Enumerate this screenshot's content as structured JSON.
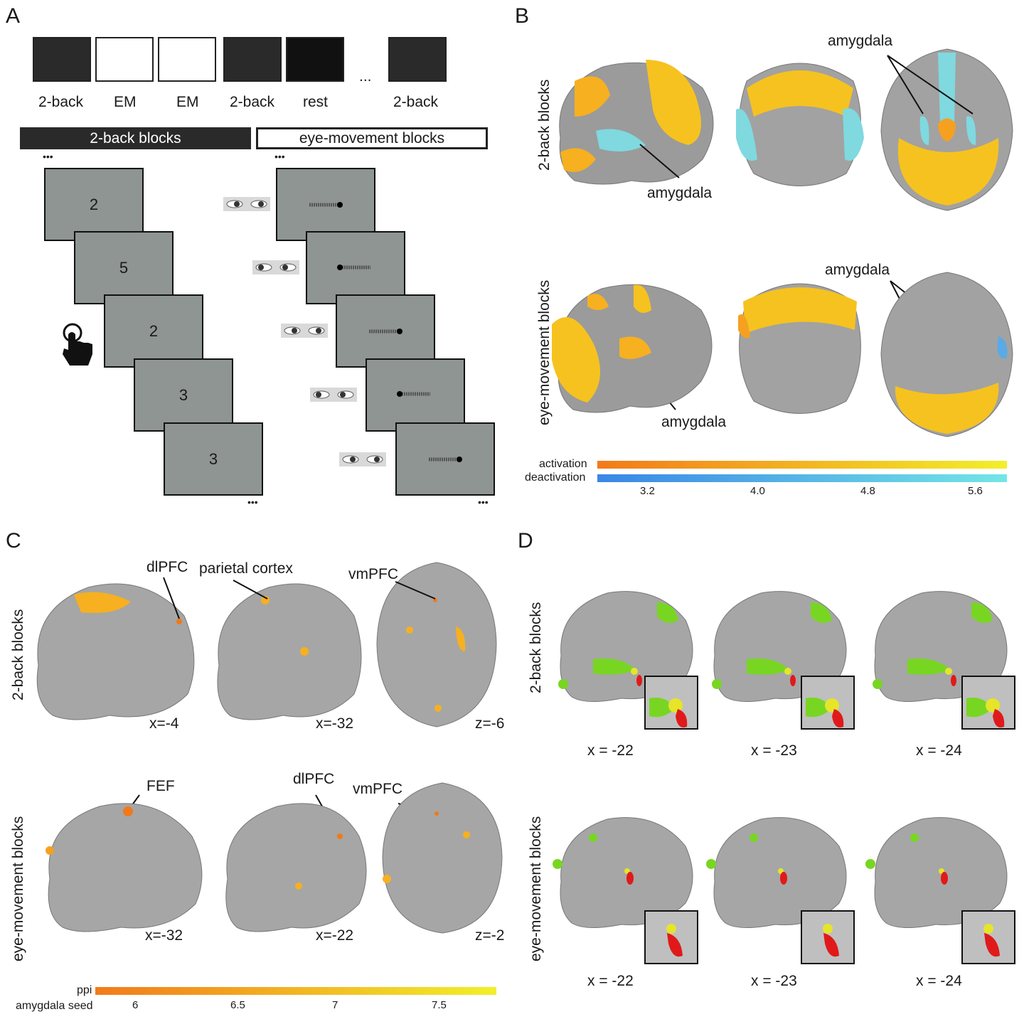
{
  "panels": {
    "a": "A",
    "b": "B",
    "c": "C",
    "d": "D"
  },
  "panelA": {
    "sequence": [
      "2-back",
      "EM",
      "EM",
      "2-back",
      "rest",
      "2-back"
    ],
    "ellipsis": "...",
    "bar_2back": "2-back blocks",
    "bar_em": "eye-movement blocks",
    "dots": "•••",
    "digits": [
      "2",
      "5",
      "2",
      "3",
      "3"
    ]
  },
  "panelB": {
    "row1": "2-back blocks",
    "row2": "eye-movement blocks",
    "amygdala": "amygdala",
    "activation": "activation",
    "deactivation": "deactivation",
    "ticks": [
      "3.2",
      "4.0",
      "4.8",
      "5.6"
    ],
    "colors": {
      "activation_start": "#f27a1a",
      "activation_end": "#f2ef2a",
      "deactivation_start": "#3a86e6",
      "deactivation_end": "#73e6e6"
    }
  },
  "panelC": {
    "row1": "2-back blocks",
    "row2": "eye-movement blocks",
    "r1_labels": [
      "dlPFC",
      "parietal cortex",
      "vmPFC"
    ],
    "r1_coords": [
      "x=-4",
      "x=-32",
      "z=-6"
    ],
    "r2_labels": [
      "FEF",
      "dlPFC",
      "vmPFC"
    ],
    "r2_coords": [
      "x=-32",
      "x=-22",
      "z=-2"
    ],
    "ppi": "ppi",
    "seed": "amygdala seed",
    "ticks": [
      "6",
      "6.5",
      "7",
      "7.5"
    ]
  },
  "panelD": {
    "row1": "2-back blocks",
    "row2": "eye-movement blocks",
    "coords": [
      "x = -22",
      "x = -23",
      "x = -24"
    ]
  }
}
